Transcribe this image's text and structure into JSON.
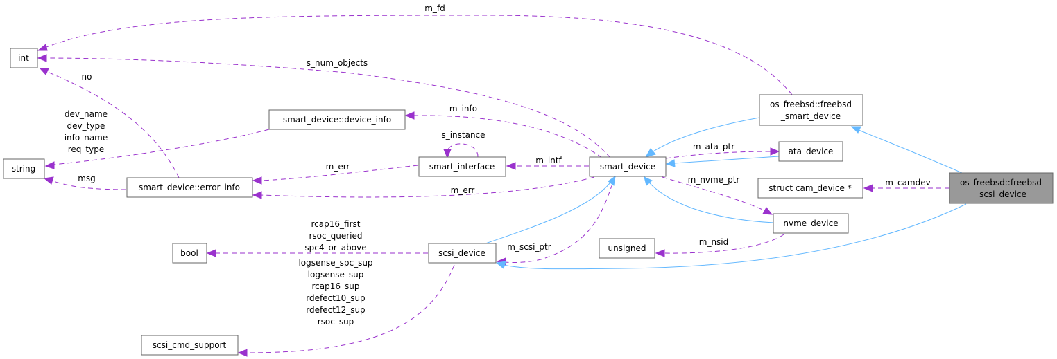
{
  "diagram": {
    "type": "collaboration-graph",
    "colors": {
      "usage_edge": "#9a32cd",
      "inheritance_edge": "#63b8ff",
      "node_border": "#666666",
      "focus_node_fill": "#999999"
    },
    "nodes": {
      "int": "int",
      "string": "string",
      "bool": "bool",
      "scsi_cmd_support": "scsi_cmd_support",
      "device_info": "smart_device::device_info",
      "error_info": "smart_device::error_info",
      "smart_interface": "smart_interface",
      "scsi_device": "scsi_device",
      "smart_device": "smart_device",
      "unsigned": "unsigned",
      "freebsd_smart_device": [
        "os_freebsd::freebsd",
        "_smart_device"
      ],
      "ata_device": "ata_device",
      "cam_device": "struct cam_device *",
      "nvme_device": "nvme_device",
      "freebsd_scsi_device": [
        "os_freebsd::freebsd",
        "_scsi_device"
      ]
    },
    "edge_labels": {
      "m_fd": "m_fd",
      "s_num_objects": "s_num_objects",
      "no": "no",
      "device_info_strings": [
        "dev_name",
        "dev_type",
        "info_name",
        "req_type"
      ],
      "msg": "msg",
      "m_info": "m_info",
      "s_instance": "s_instance",
      "m_err_iface": "m_err",
      "m_intf": "m_intf",
      "m_err_dev": "m_err",
      "m_ata_ptr": "m_ata_ptr",
      "m_nvme_ptr": "m_nvme_ptr",
      "m_camdev": "m_camdev",
      "bool_members": [
        "rcap16_first",
        "rsoc_queried",
        "spc4_or_above"
      ],
      "cmd_support_members": [
        "logsense_spc_sup",
        "logsense_sup",
        "rcap16_sup",
        "rdefect10_sup",
        "rdefect12_sup",
        "rsoc_sup"
      ],
      "m_scsi_ptr": "m_scsi_ptr",
      "m_nsid": "m_nsid"
    }
  }
}
